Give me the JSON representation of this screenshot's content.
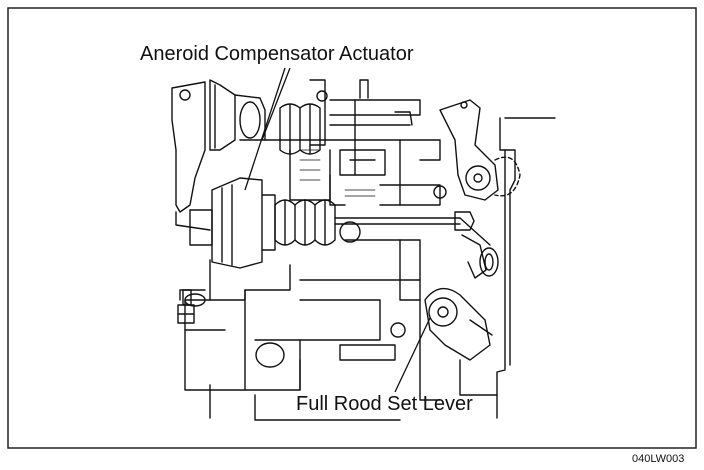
{
  "figure": {
    "labels": {
      "aneroid_actuator": "Aneroid Compensator Actuator",
      "full_rood_lever": "Full Rood Set Lever"
    },
    "figure_code": "040LW003"
  }
}
